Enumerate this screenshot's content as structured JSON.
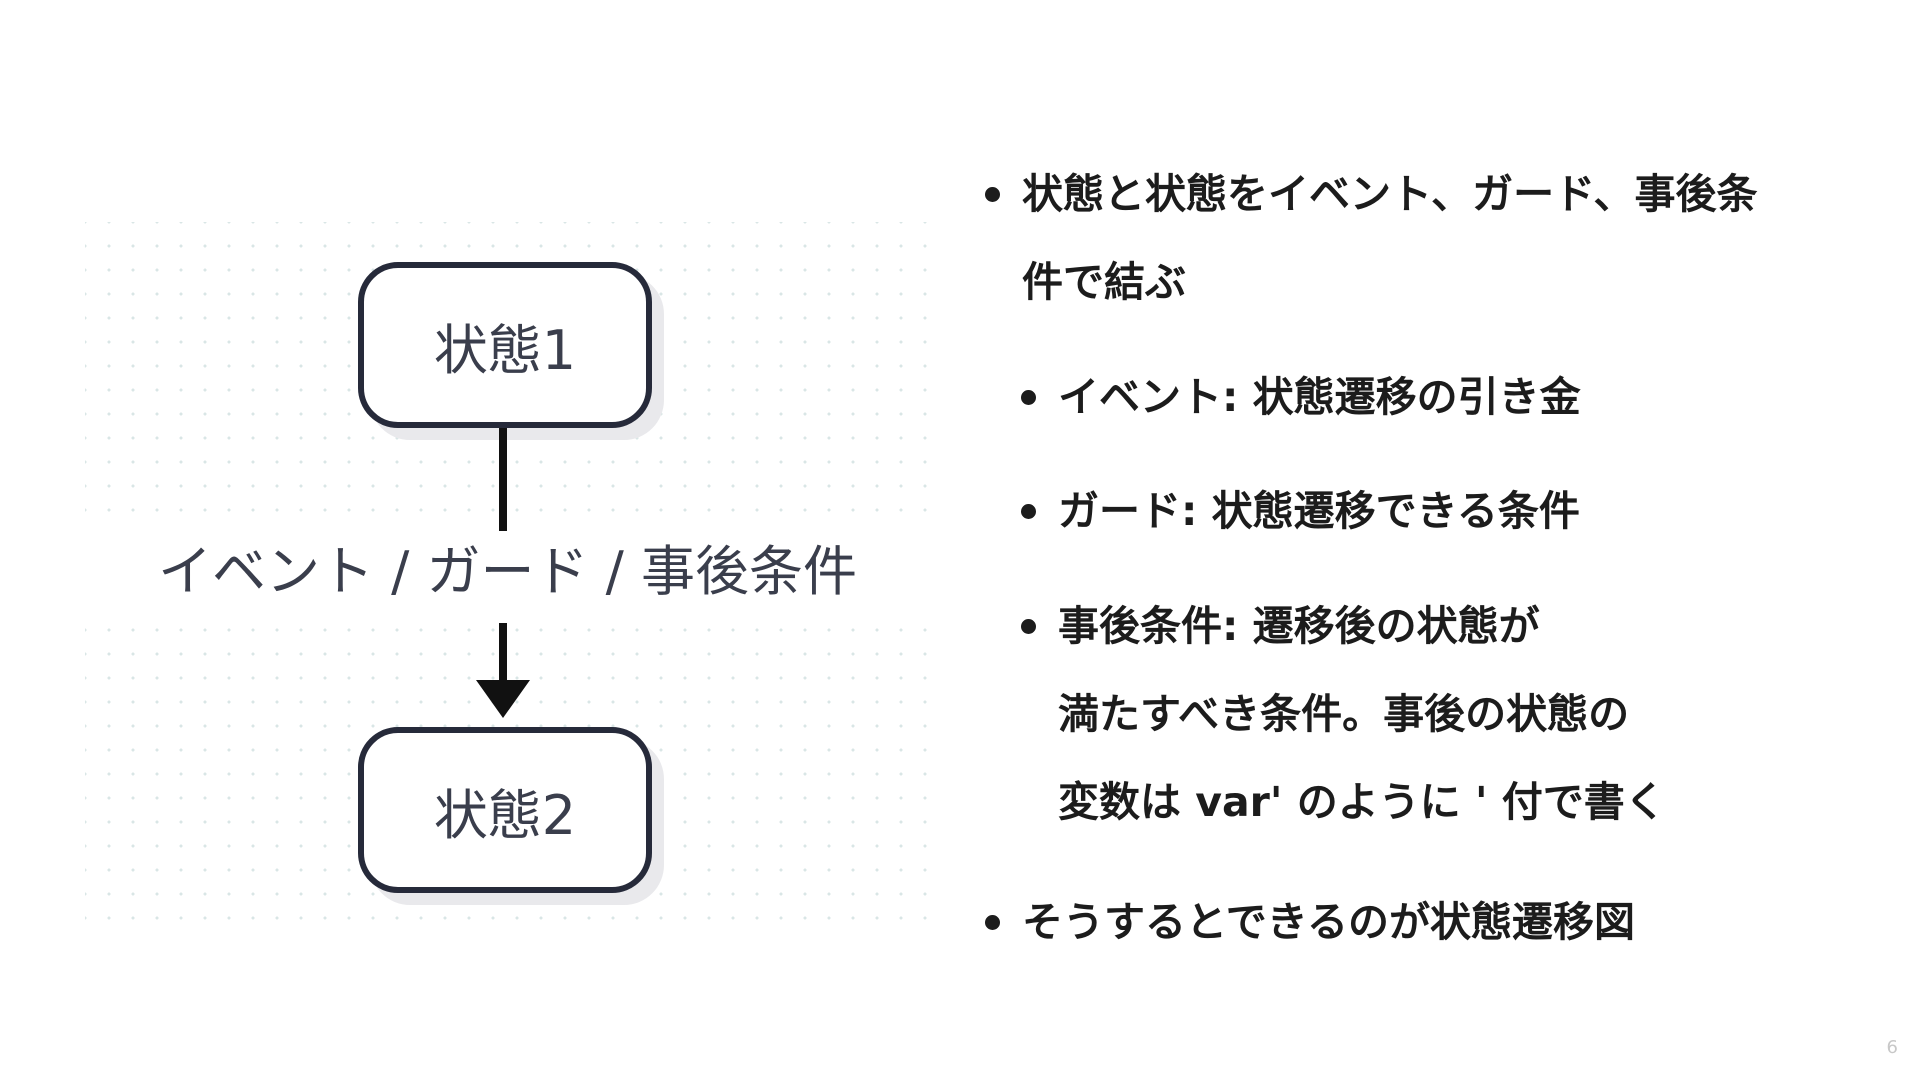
{
  "diagram": {
    "state_top": "状態1",
    "state_bottom": "状態2",
    "transition_label": "イベント / ガード / 事後条件"
  },
  "bullets": {
    "item1_line1": "状態と状態をイベント、ガード、事後条",
    "item1_line2": "件で結ぶ",
    "sub1": "イベント: 状態遷移の引き金",
    "sub2": "ガード: 状態遷移できる条件",
    "sub3_line1": "事後条件: 遷移後の状態が",
    "sub3_line2": "満たすべき条件。事後の状態の",
    "sub3_line3": "変数は var' のように ' 付で書く",
    "item2": "そうするとできるのが状態遷移図"
  },
  "page_number": "6",
  "colors": {
    "box_border": "#262a3a",
    "text": "#1c1c1c",
    "grid_dot": "#d9e6e6"
  }
}
